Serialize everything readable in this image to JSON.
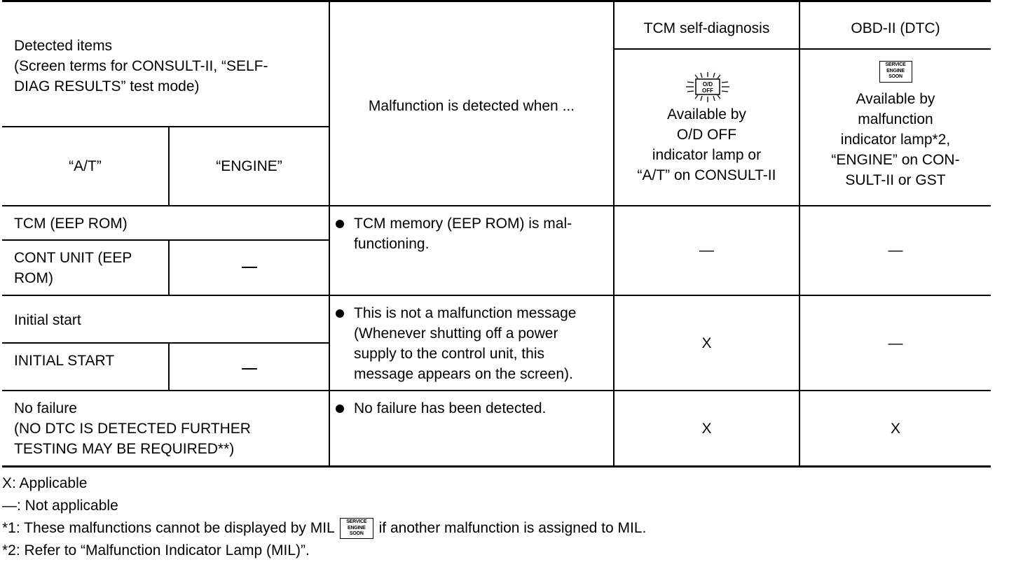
{
  "headers": {
    "detected_items": [
      "Detected items",
      "(Screen terms for CONSULT-II, “SELF-",
      "DIAG RESULTS” test mode)"
    ],
    "at": "“A/T”",
    "engine": "“ENGINE”",
    "malfunction": "Malfunction is detected when ...",
    "tcm_self_diag": "TCM self-diagnosis",
    "obd": "OBD-II (DTC)",
    "od_icon_text": [
      "O/D",
      "OFF"
    ],
    "tcm_available": [
      "Available by",
      "O/D OFF",
      "indicator lamp or",
      "“A/T” on CONSULT-II"
    ],
    "mil_icon_text": [
      "SERVICE",
      "ENGINE",
      "SOON"
    ],
    "obd_available": [
      "Available by",
      "malfunction",
      "indicator lamp*2,",
      "“ENGINE” on CON-",
      "SULT-II or GST"
    ]
  },
  "rows": [
    {
      "item1": "TCM (EEP ROM)",
      "item2": [
        "CONT UNIT (EEP",
        "ROM)"
      ],
      "engine": "—",
      "malfunction": [
        "TCM memory (EEP ROM) is mal-",
        "functioning."
      ],
      "tcm": "—",
      "obd": "—"
    },
    {
      "item1": "Initial start",
      "item2": [
        "INITIAL START"
      ],
      "engine": "—",
      "malfunction": [
        "This is not a malfunction message",
        "(Whenever shutting off a power",
        "supply to the control unit, this",
        "message appears on the screen)."
      ],
      "tcm": "X",
      "obd": "—"
    },
    {
      "item": [
        "No failure",
        "(NO DTC IS DETECTED FURTHER",
        "TESTING MAY BE REQUIRED**)"
      ],
      "malfunction": [
        "No failure has been detected."
      ],
      "tcm": "X",
      "obd": "X"
    }
  ],
  "footer": {
    "x_note": "X: Applicable",
    "dash_note": "—: Not applicable",
    "note1_before": "*1: These malfunctions cannot be displayed by MIL",
    "note1_after": "if another malfunction is assigned to MIL.",
    "note2": "*2: Refer to “Malfunction Indicator Lamp (MIL)”."
  }
}
